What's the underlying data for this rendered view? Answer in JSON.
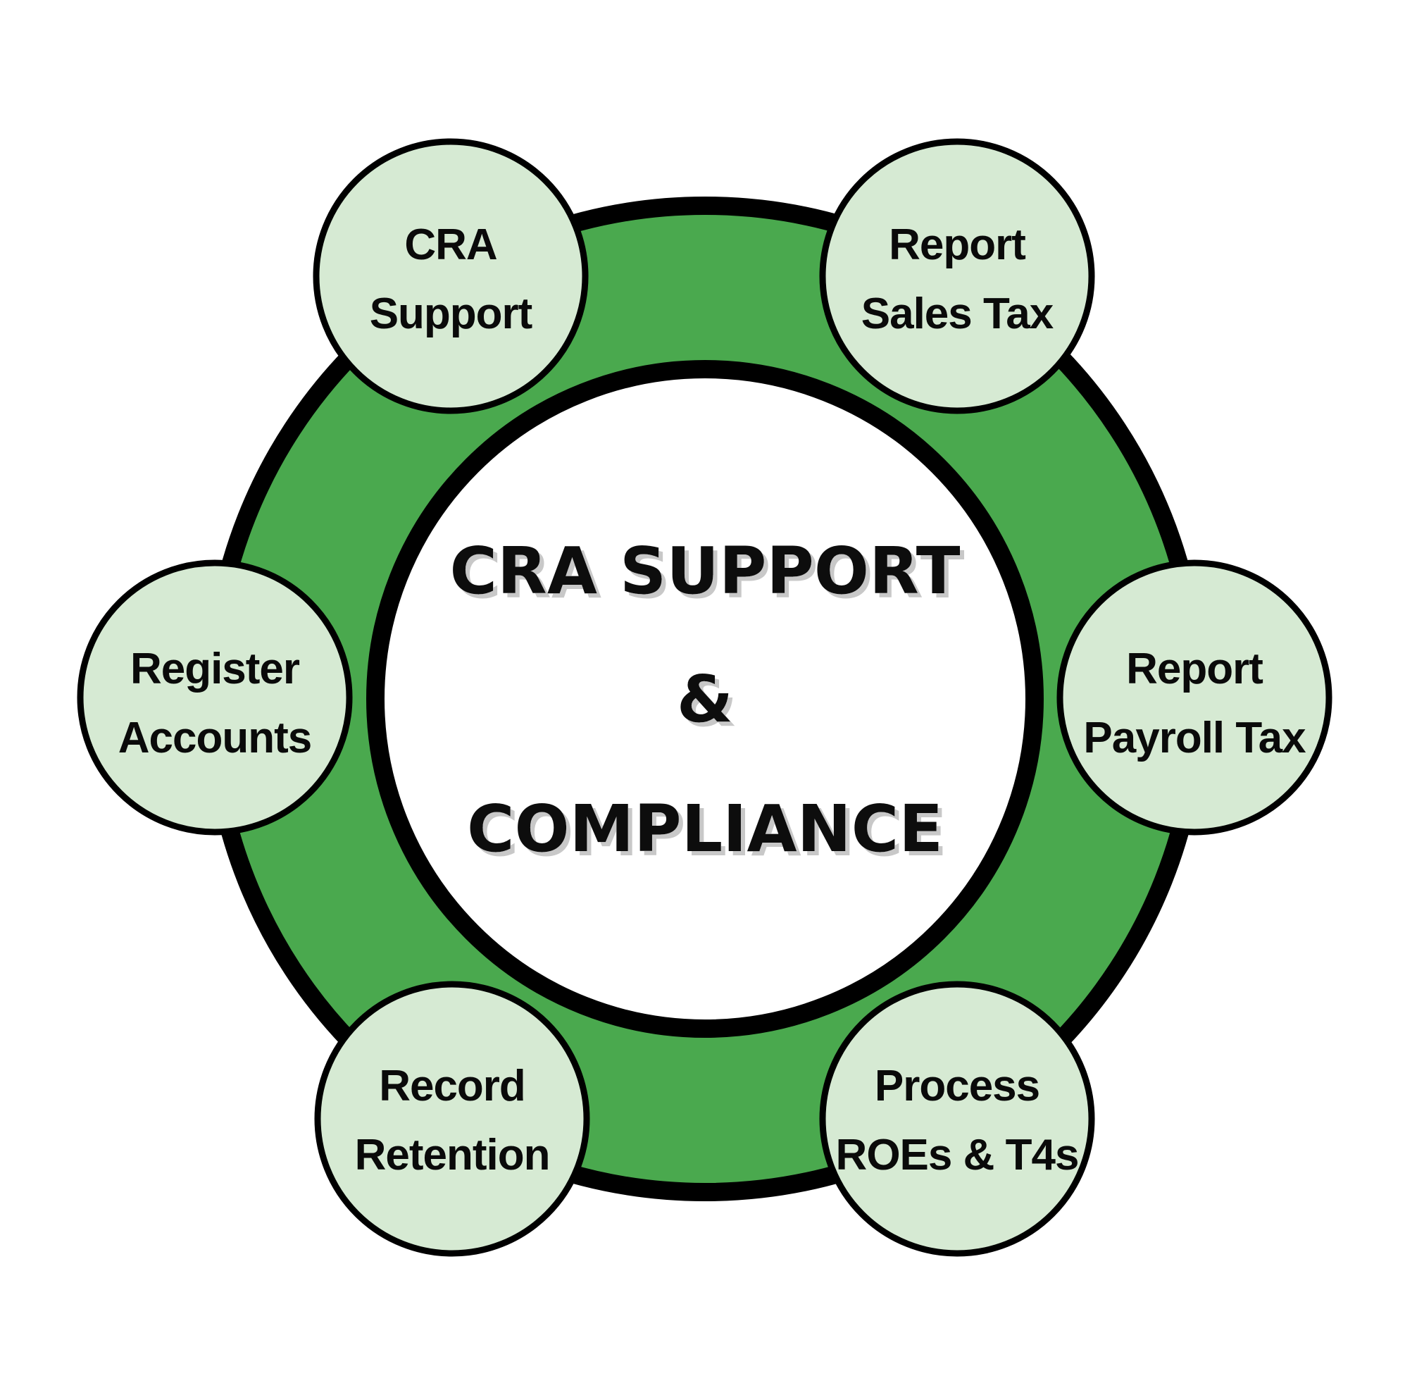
{
  "title": {
    "line1": "CRA SUPPORT",
    "line2": "&",
    "line3": "COMPLIANCE"
  },
  "nodes": [
    {
      "line1": "CRA",
      "line2": "Support"
    },
    {
      "line1": "Report",
      "line2": "Sales Tax"
    },
    {
      "line1": "Register",
      "line2": "Accounts"
    },
    {
      "line1": "Report",
      "line2": "Payroll Tax"
    },
    {
      "line1": "Record",
      "line2": "Retention"
    },
    {
      "line1": "Process",
      "line2": "ROEs & T4s"
    }
  ],
  "colors": {
    "ring": "#4aa94e",
    "node_fill": "#d6ead3",
    "outline": "#000000"
  }
}
